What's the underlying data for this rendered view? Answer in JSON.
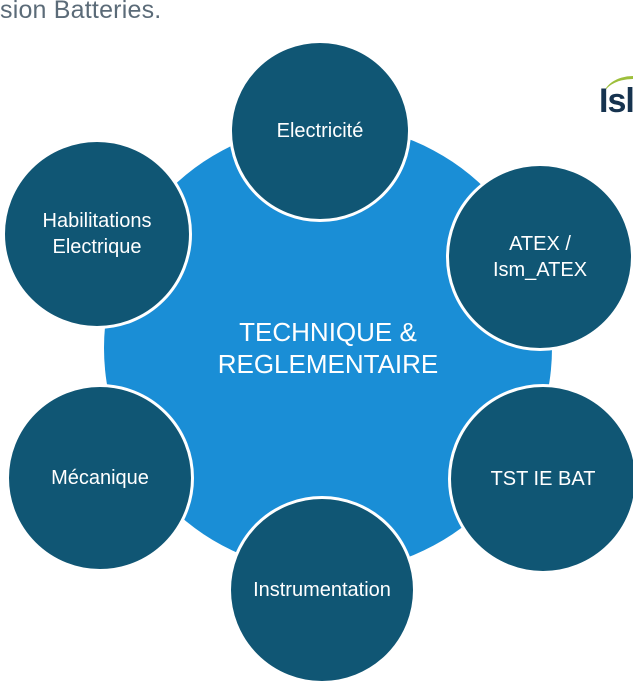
{
  "header": {
    "text": "sion Batteries."
  },
  "logo": {
    "text": "Isl"
  },
  "diagram": {
    "center": "TECHNIQUE &\nREGLEMENTAIRE",
    "nodes": {
      "electricite": "Electricité",
      "habilitations": "Habilitations\nElectrique",
      "atex": "ATEX /\nIsm_ATEX",
      "mecanique": "Mécanique",
      "tst": "TST IE BAT",
      "instrumentation": "Instrumentation"
    }
  },
  "colors": {
    "center": "#1a8ed6",
    "nodes": "#105674",
    "logo_accent": "#9dbf3b",
    "logo_text": "#16334f",
    "header_text": "#5b6b78"
  }
}
